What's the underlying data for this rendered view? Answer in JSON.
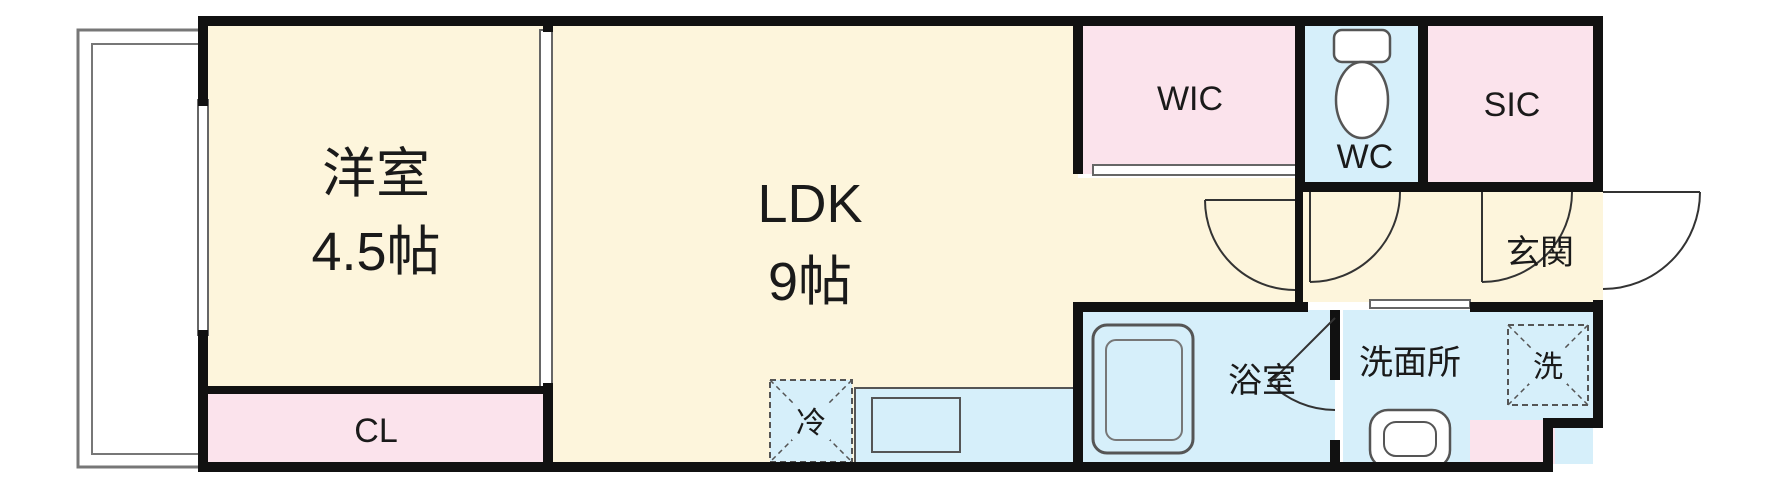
{
  "rooms": {
    "western_room": {
      "name": "洋室",
      "size": "4.5帖"
    },
    "ldk": {
      "name": "LDK",
      "size": "9帖"
    },
    "wic": {
      "label": "WIC"
    },
    "wc": {
      "label": "WC"
    },
    "sic": {
      "label": "SIC"
    },
    "entrance": {
      "label": "玄関"
    },
    "bathroom": {
      "label": "浴室"
    },
    "washroom": {
      "label": "洗面所"
    },
    "closet": {
      "label": "CL"
    }
  },
  "fixtures": {
    "fridge_space": "冷",
    "washer_space": "洗"
  },
  "colors": {
    "wall": "#111111",
    "room_beige": "#fdf5dc",
    "closet_pink": "#fbe3ec",
    "water_blue": "#d6effa",
    "balcony_outline": "#777777"
  }
}
